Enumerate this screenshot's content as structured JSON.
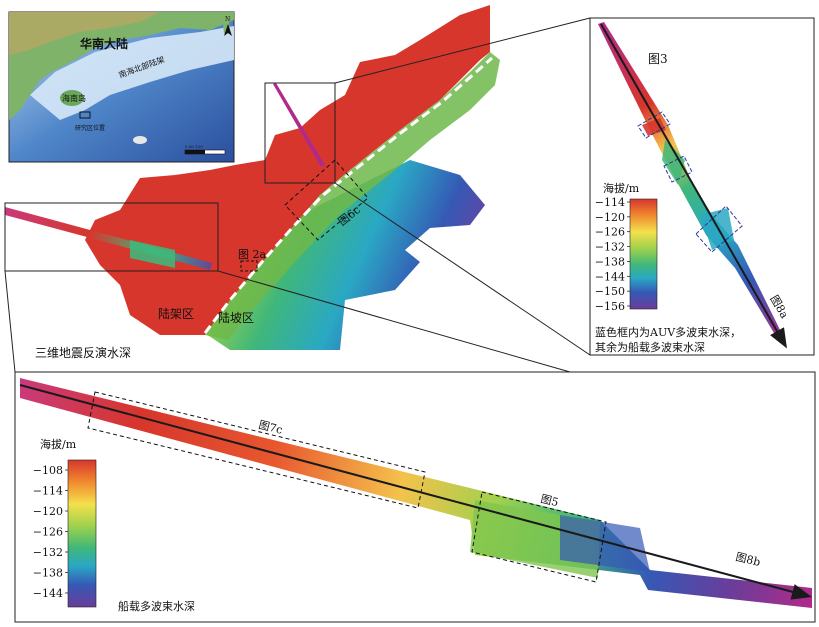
{
  "inset": {
    "continent_label": "华南大陆",
    "shelf_label": "南海北部陆架",
    "island_label": "海南岛",
    "study_area_label": "研究区位置",
    "north_label": "N",
    "scale_text": "0  60  120"
  },
  "main_map": {
    "fig2a_label": "图 2a",
    "fig6c_label": "图6c",
    "shelf_zone_label": "陆架区",
    "slope_zone_label": "陆坡区",
    "seismic_caption": "三维地震反演水深"
  },
  "top_right_panel": {
    "fig3_label": "图3",
    "fig8a_label": "图8a",
    "legend_title": "海拔/m",
    "legend_ticks": [
      "−114",
      "−120",
      "−126",
      "−132",
      "−138",
      "−144",
      "−150",
      "−156"
    ],
    "caption_line1": "蓝色框内为AUV多波束水深，",
    "caption_line2": "其余为船载多波束水深"
  },
  "bottom_panel": {
    "fig7c_label": "图7c",
    "fig5_label": "图5",
    "fig8b_label": "图8b",
    "legend_title": "海拔/m",
    "legend_ticks": [
      "−108",
      "−114",
      "−120",
      "−126",
      "−132",
      "−138",
      "−144"
    ],
    "caption": "船载多波束水深"
  },
  "colors": {
    "shelf_red": "#d7362c",
    "deep_purple": "#6a3d9a",
    "auv_box": "#2a3a9a",
    "frame": "#222222"
  }
}
